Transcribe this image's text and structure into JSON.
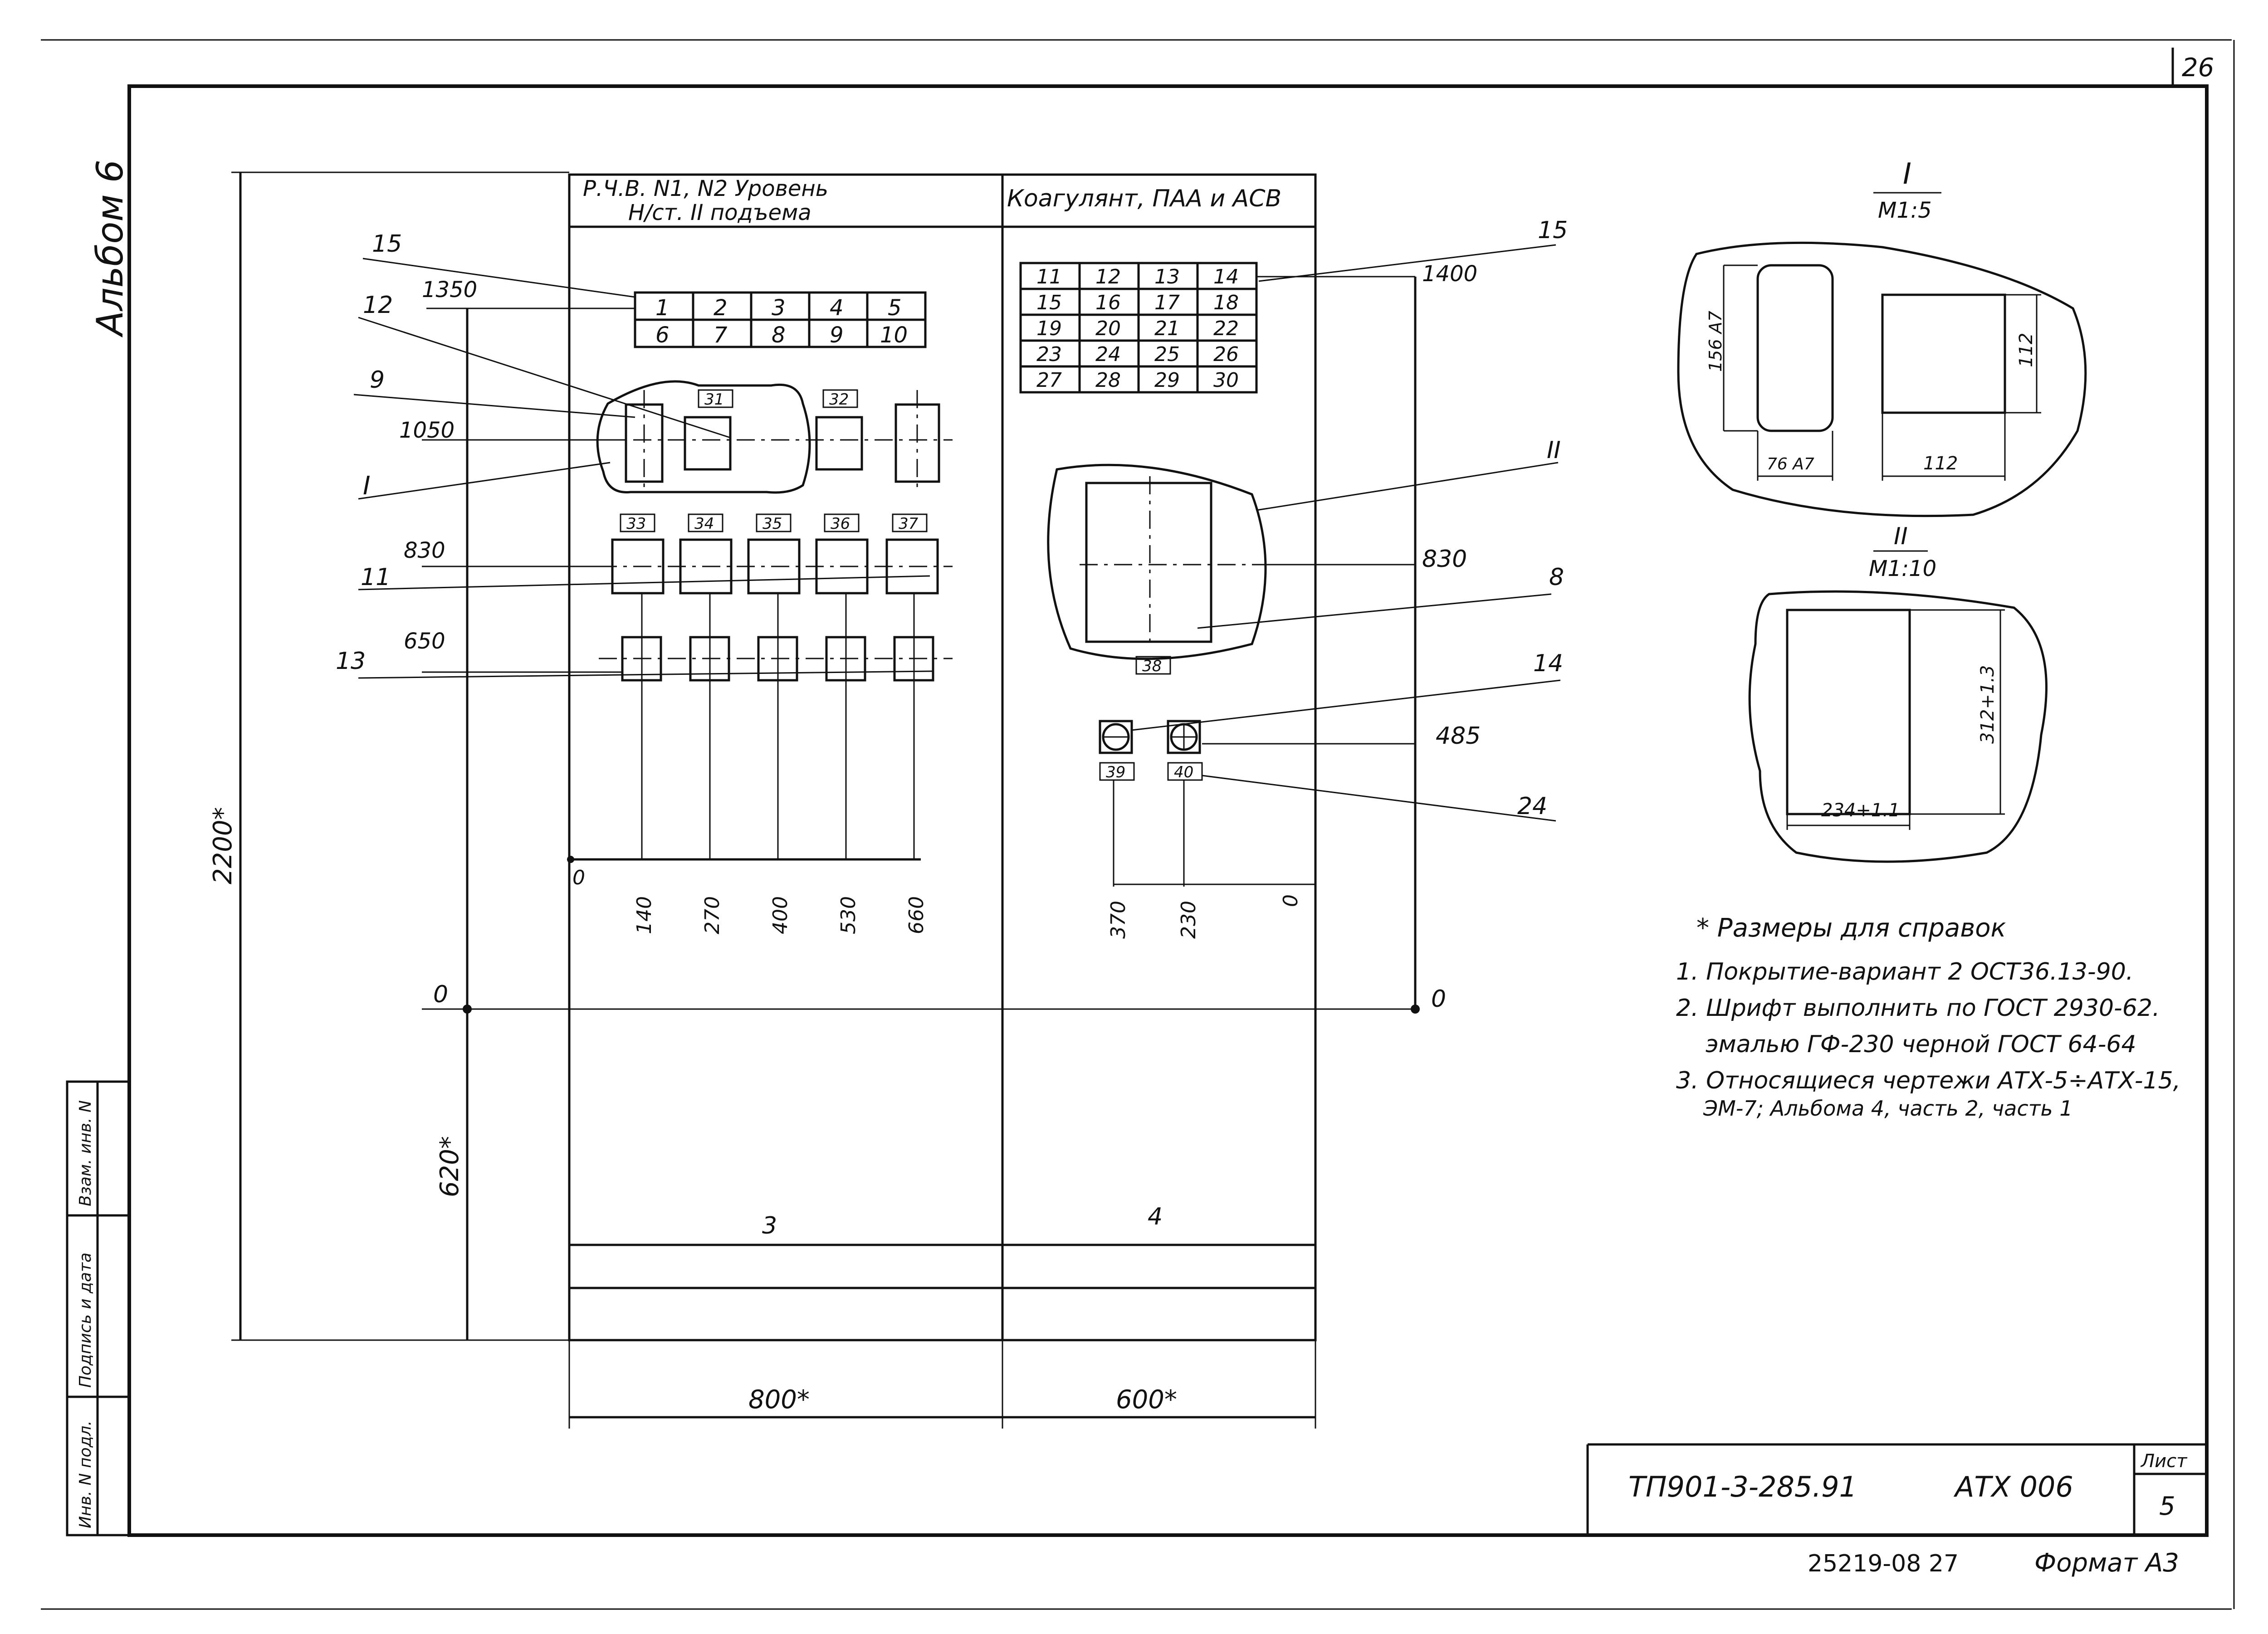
{
  "sheet_number": "26",
  "album_label": "Альбом 6",
  "panel_left": {
    "header_line1": "Р.Ч.В. N1, N2 Уровень",
    "header_line2": "Н/ст. II подъема",
    "grid_cells": [
      "1",
      "2",
      "3",
      "4",
      "5",
      "6",
      "7",
      "8",
      "9",
      "10"
    ],
    "device_tags_top": [
      "31",
      "32"
    ],
    "device_tags_mid": [
      "33",
      "34",
      "35",
      "36",
      "37"
    ],
    "bottom_label": "3",
    "x_coords": [
      "0",
      "140",
      "270",
      "400",
      "530",
      "660"
    ]
  },
  "panel_right": {
    "header": "Коагулянт, ПАА и АСВ",
    "grid_cells": [
      "11",
      "12",
      "13",
      "14",
      "15",
      "16",
      "17",
      "18",
      "19",
      "20",
      "21",
      "22",
      "23",
      "24",
      "25",
      "26",
      "27",
      "28",
      "29",
      "30"
    ],
    "device_tag_center": "38",
    "device_tags_bottom": [
      "39",
      "40"
    ],
    "bottom_label": "4",
    "x_coords": [
      "370",
      "230",
      "0"
    ]
  },
  "left_elevations": [
    "1350",
    "1050",
    "830",
    "650",
    "0"
  ],
  "right_elevations": [
    "1400",
    "830",
    "485",
    "0"
  ],
  "callouts": [
    "15",
    "12",
    "9",
    "I",
    "11",
    "13",
    "15",
    "II",
    "8",
    "14",
    "24"
  ],
  "dimensions": {
    "total_height": "2200*",
    "base_height": "620*",
    "width_left": "800*",
    "width_right": "600*"
  },
  "detail_I": {
    "title": "I",
    "scale": "М1:5",
    "dim_height": "156 А7",
    "dim_width": "76 А7",
    "dim_side": "112",
    "dim_bottom": "112"
  },
  "detail_II": {
    "title": "II",
    "scale": "М1:10",
    "dim_height": "312+1.3",
    "dim_width": "234+1.1"
  },
  "notes": [
    "* Размеры для справок",
    "1. Покрытие-вариант 2 ОСТ36.13-90.",
    "2. Шрифт выполнить по ГОСТ 2930-62.",
    "эмалью ГФ-230 черной ГОСТ 64-64",
    "3. Относящиеся чертежи АТХ-5÷АТХ-15,",
    "ЭМ-7; Альбома 4, часть 2, часть 1"
  ],
  "title_block": {
    "doc_code": "ТП901-3-285.91",
    "drawing_code": "АТХ 006",
    "sheet_label": "Лист",
    "sheet_no": "5",
    "footer_number": "25219-08 27",
    "format": "Формат А3"
  },
  "side_stamps": [
    "Инв. N подл.",
    "Подпись и дата",
    "Взам. инв. N"
  ]
}
